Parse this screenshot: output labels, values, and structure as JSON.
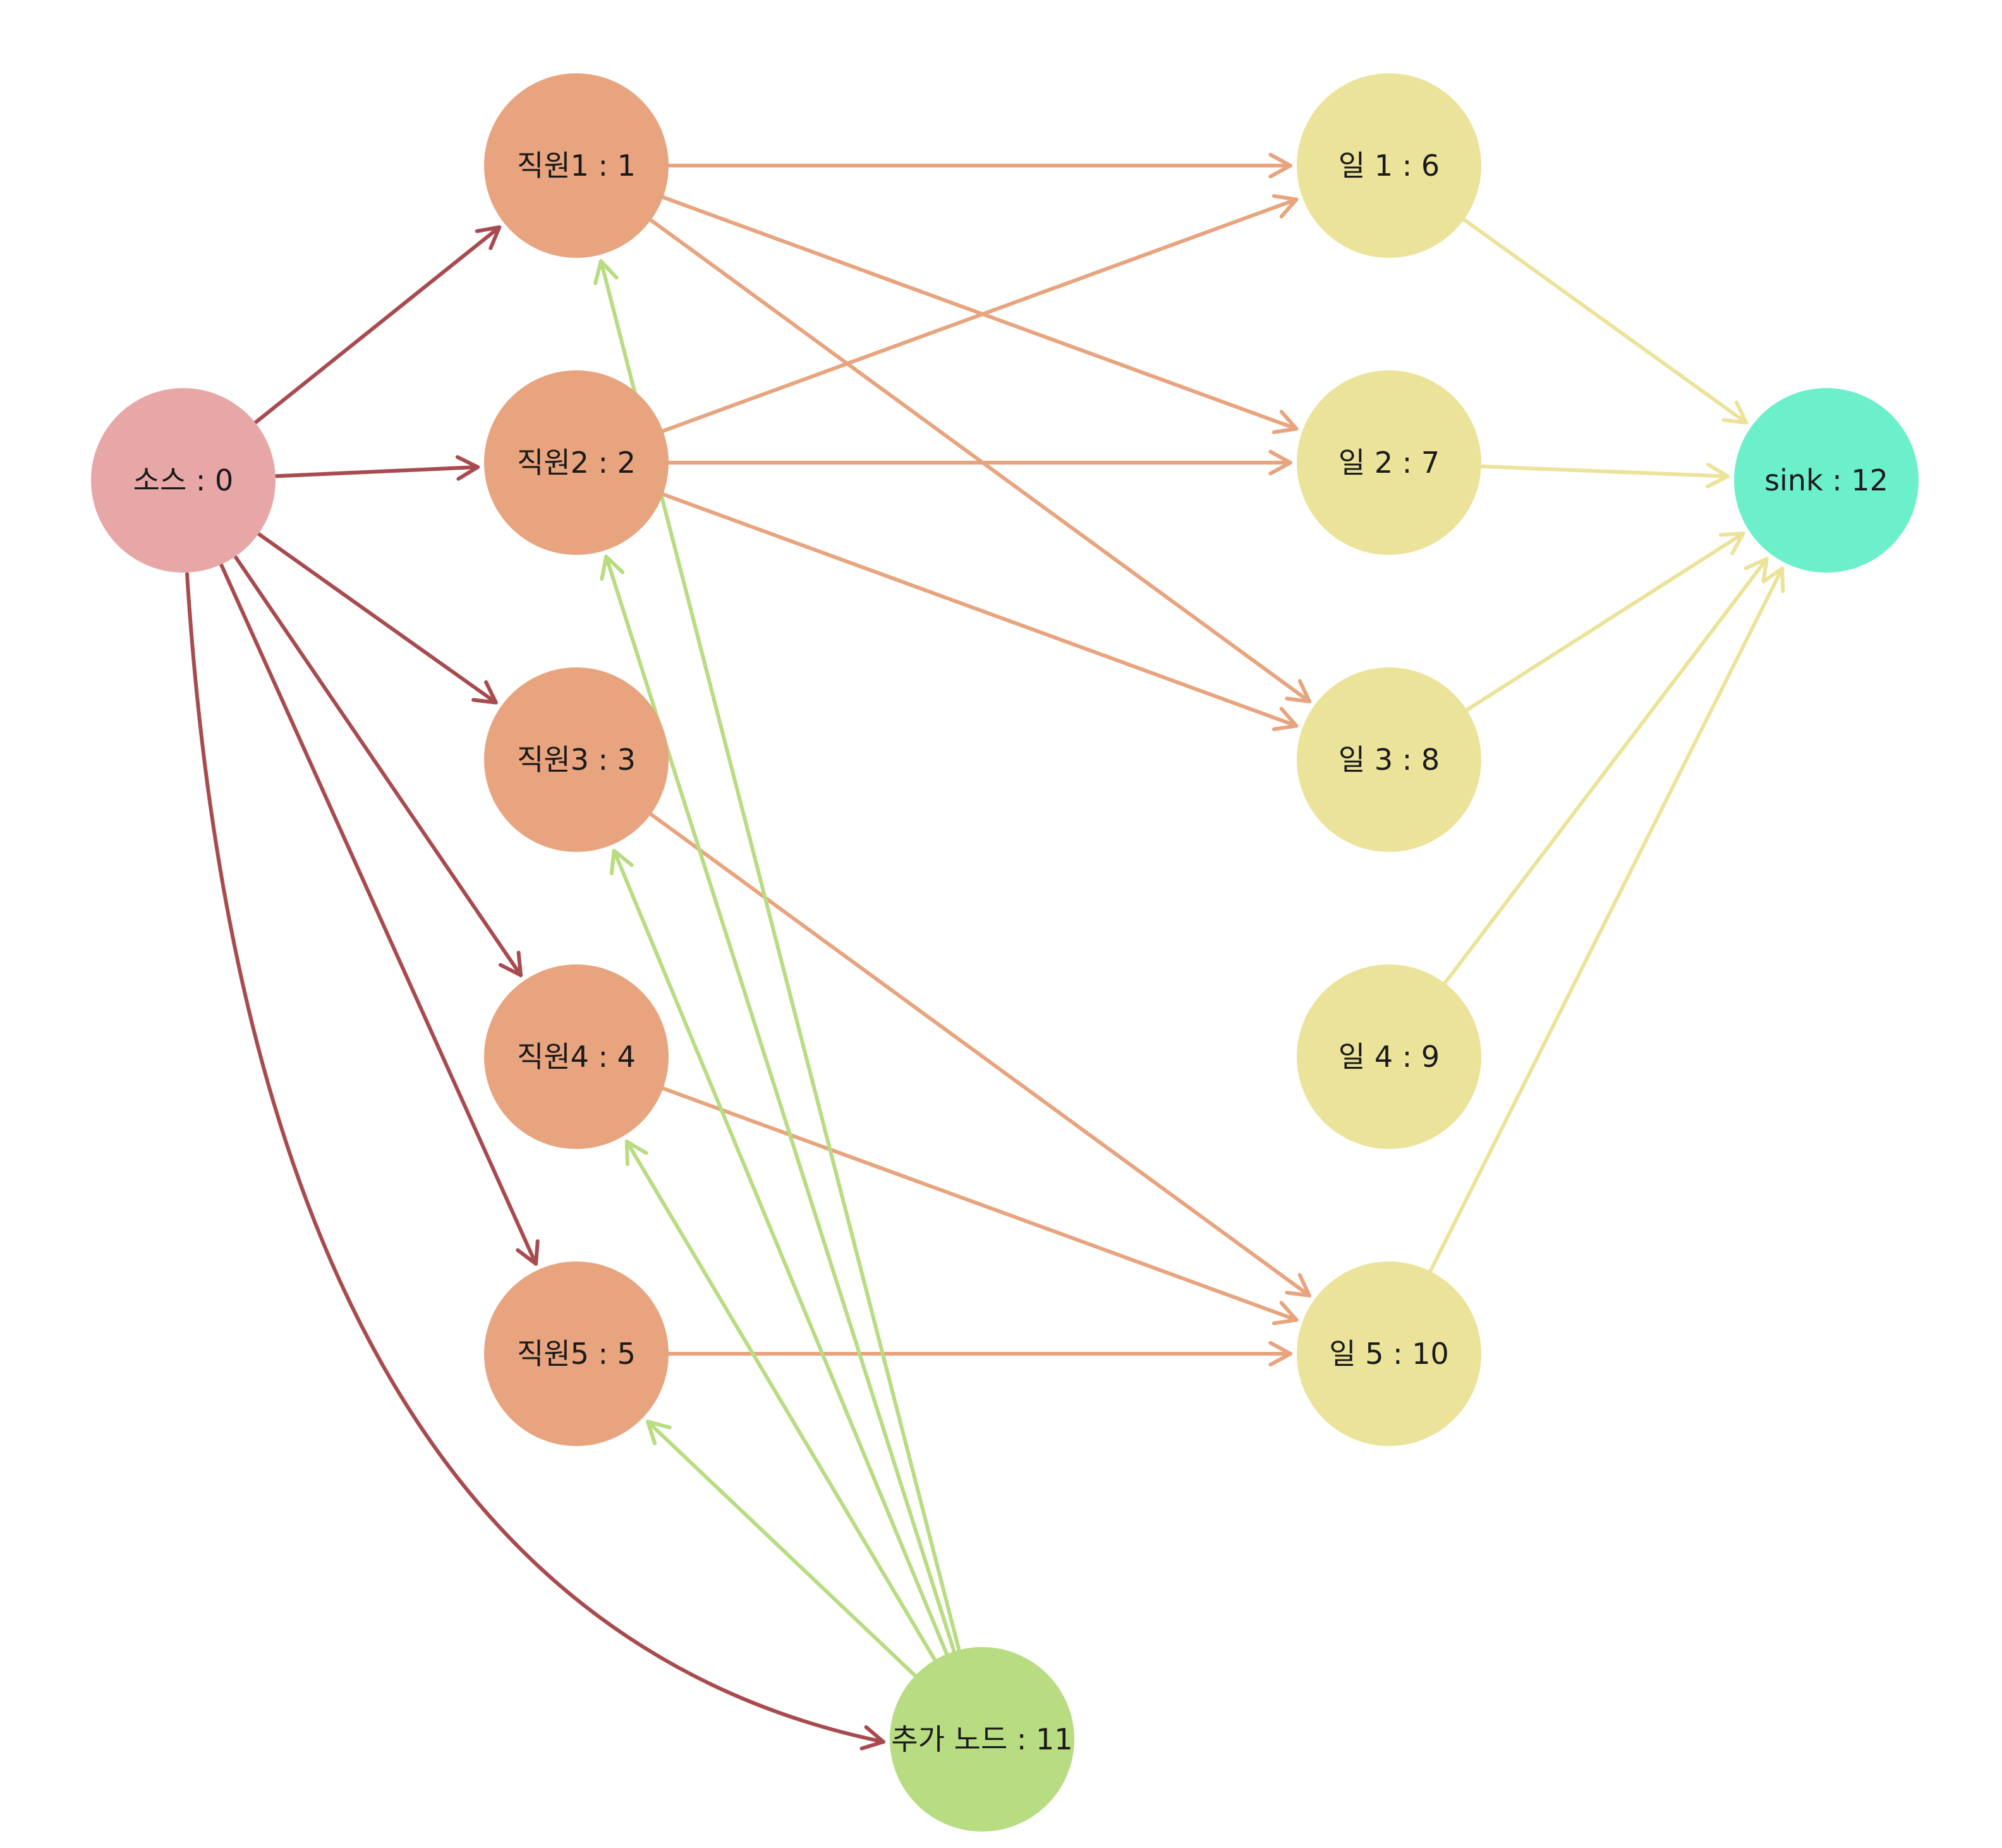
{
  "colors": {
    "source": "#e8a7a7",
    "worker": "#e8a47e",
    "job": "#ece39b",
    "sink": "#6cf0cc",
    "extra": "#b8dc82",
    "edge_source": "#a84b4f",
    "edge_worker": "#e8a47e",
    "edge_job": "#ece39b",
    "edge_extra": "#b8dc82"
  },
  "nodes": [
    {
      "id": "n0",
      "label": "소스 : 0",
      "kind": "source",
      "icon": "source-node"
    },
    {
      "id": "n1",
      "label": "직원1 : 1",
      "kind": "worker",
      "icon": "worker-node"
    },
    {
      "id": "n2",
      "label": "직원2 : 2",
      "kind": "worker",
      "icon": "worker-node"
    },
    {
      "id": "n3",
      "label": "직원3 : 3",
      "kind": "worker",
      "icon": "worker-node"
    },
    {
      "id": "n4",
      "label": "직원4 : 4",
      "kind": "worker",
      "icon": "worker-node"
    },
    {
      "id": "n5",
      "label": "직원5 : 5",
      "kind": "worker",
      "icon": "worker-node"
    },
    {
      "id": "n6",
      "label": "일 1 : 6",
      "kind": "job",
      "icon": "job-node"
    },
    {
      "id": "n7",
      "label": "일 2 : 7",
      "kind": "job",
      "icon": "job-node"
    },
    {
      "id": "n8",
      "label": "일 3 : 8",
      "kind": "job",
      "icon": "job-node"
    },
    {
      "id": "n9",
      "label": "일 4 : 9",
      "kind": "job",
      "icon": "job-node"
    },
    {
      "id": "n10",
      "label": "일 5 : 10",
      "kind": "job",
      "icon": "job-node"
    },
    {
      "id": "n11",
      "label": "추가 노드 : 11",
      "kind": "extra",
      "icon": "extra-node"
    },
    {
      "id": "n12",
      "label": "sink : 12",
      "kind": "sink",
      "icon": "sink-node"
    }
  ],
  "edges": [
    {
      "from": "n0",
      "to": "n1",
      "kind": "source"
    },
    {
      "from": "n0",
      "to": "n2",
      "kind": "source"
    },
    {
      "from": "n0",
      "to": "n3",
      "kind": "source"
    },
    {
      "from": "n0",
      "to": "n4",
      "kind": "source"
    },
    {
      "from": "n0",
      "to": "n5",
      "kind": "source"
    },
    {
      "from": "n0",
      "to": "n11",
      "kind": "source",
      "curved": true
    },
    {
      "from": "n1",
      "to": "n6",
      "kind": "worker"
    },
    {
      "from": "n1",
      "to": "n7",
      "kind": "worker"
    },
    {
      "from": "n1",
      "to": "n8",
      "kind": "worker"
    },
    {
      "from": "n2",
      "to": "n6",
      "kind": "worker"
    },
    {
      "from": "n2",
      "to": "n7",
      "kind": "worker"
    },
    {
      "from": "n2",
      "to": "n8",
      "kind": "worker"
    },
    {
      "from": "n3",
      "to": "n10",
      "kind": "worker"
    },
    {
      "from": "n4",
      "to": "n10",
      "kind": "worker"
    },
    {
      "from": "n5",
      "to": "n10",
      "kind": "worker"
    },
    {
      "from": "n6",
      "to": "n12",
      "kind": "job"
    },
    {
      "from": "n7",
      "to": "n12",
      "kind": "job"
    },
    {
      "from": "n8",
      "to": "n12",
      "kind": "job"
    },
    {
      "from": "n9",
      "to": "n12",
      "kind": "job"
    },
    {
      "from": "n10",
      "to": "n12",
      "kind": "job"
    },
    {
      "from": "n11",
      "to": "n1",
      "kind": "extra"
    },
    {
      "from": "n11",
      "to": "n2",
      "kind": "extra"
    },
    {
      "from": "n11",
      "to": "n3",
      "kind": "extra"
    },
    {
      "from": "n11",
      "to": "n4",
      "kind": "extra"
    },
    {
      "from": "n11",
      "to": "n5",
      "kind": "extra"
    }
  ]
}
